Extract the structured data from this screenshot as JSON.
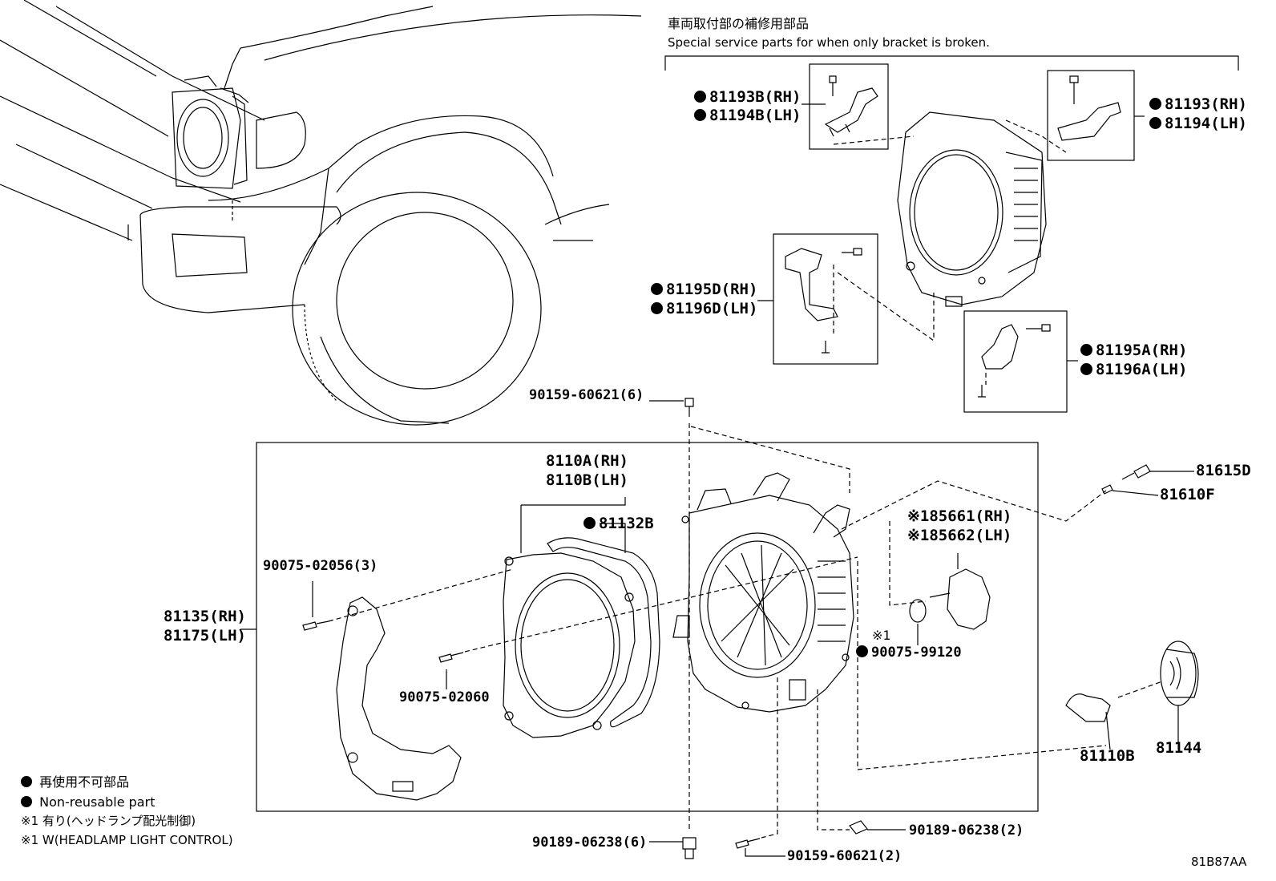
{
  "header": {
    "jp": "車両取付部の補修用部品",
    "en": "Special service parts for when only bracket is broken."
  },
  "labels": {
    "b81193B": "81193B(RH)",
    "b81194B": "81194B(LH)",
    "b81193": "81193(RH)",
    "b81194": "81194(LH)",
    "b81195D": "81195D(RH)",
    "b81196D": "81196D(LH)",
    "b81195A": "81195A(RH)",
    "b81196A": "81196A(LH)",
    "s90159_top": "90159-60621(6)",
    "p8110A": "8110A(RH)",
    "p8110B": "8110B(LH)",
    "p81132B": "81132B",
    "s90075_02056": "90075-02056(3)",
    "p81135": "81135(RH)",
    "p81175": "81175(LH)",
    "s90075_02060": "90075-02060",
    "p81615D": "81615D",
    "p81610F": "81610F",
    "p85661": "※185661(RH)",
    "p85662": "※185662(LH)",
    "note1": "※1",
    "p90075_99120": "90075-99120",
    "p81110B": "81110B",
    "p81144": "81144",
    "s90189_left": "90189-06238(6)",
    "s90189_right": "90189-06238(2)",
    "s90159_bottom": "90159-60621(2)",
    "code": "81B87AA"
  },
  "legend": {
    "jp_nonreusable": "再使用不可部品",
    "en_nonreusable": "Non-reusable part",
    "note_jp": "※1 有り(ヘッドランプ配光制御)",
    "note_en": "※1 W(HEADLAMP LIGHT CONTROL)"
  },
  "icons": {
    "bullet": "filled-circle-icon"
  }
}
